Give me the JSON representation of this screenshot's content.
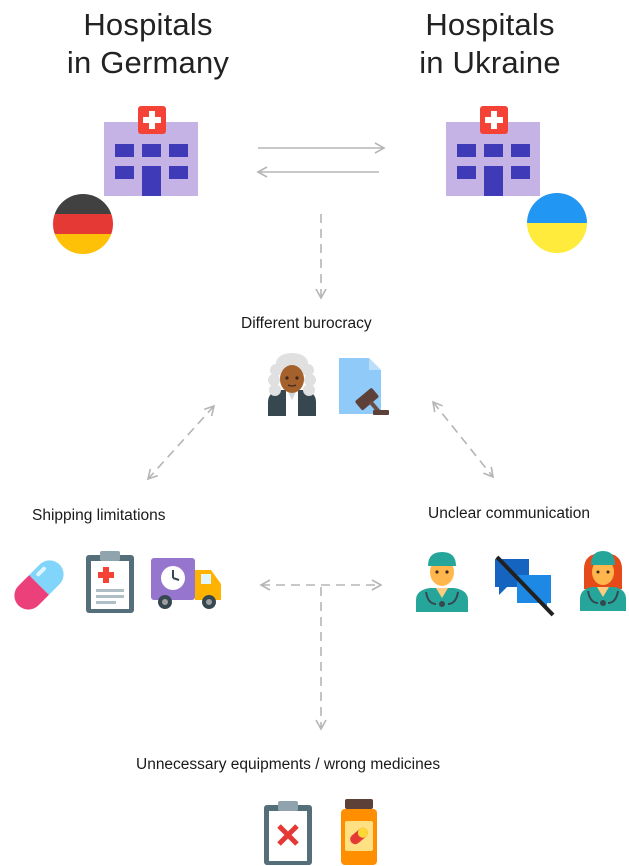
{
  "titles": {
    "left_line1": "Hospitals",
    "left_line2": "in Germany",
    "right_line1": "Hospitals",
    "right_line2": "in Ukraine"
  },
  "labels": {
    "bureaucracy": "Different  burocracy",
    "shipping": "Shipping limitations",
    "communication": "Unclear communication",
    "equipment": "Unnecessary equipments / wrong medicines"
  },
  "icons": [
    "hospital-germany-icon",
    "germany-flag-icon",
    "hospital-ukraine-icon",
    "ukraine-flag-icon",
    "judge-icon",
    "legal-document-icon",
    "pill-icon",
    "medical-clipboard-icon",
    "delivery-truck-icon",
    "male-doctor-icon",
    "no-chat-icon",
    "female-doctor-icon",
    "rejected-clipboard-icon",
    "medicine-bottle-icon"
  ],
  "colors": {
    "arrow": "#b5b5b5",
    "hospital": "#c5b3e6",
    "window": "#3f3ab8",
    "cross": "#f44336",
    "germany": [
      "#414141",
      "#e53935",
      "#ffc107"
    ],
    "ukraine": [
      "#2196f3",
      "#ffeb3b"
    ]
  }
}
